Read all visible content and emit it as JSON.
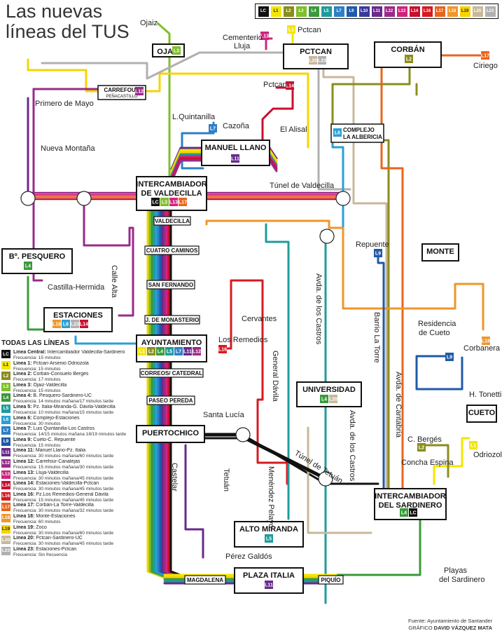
{
  "title": {
    "line1": "Las nuevas",
    "line2": "líneas del TUS"
  },
  "colors": {
    "LC": "#111111",
    "L1": "#f3e600",
    "L2": "#8a8d1c",
    "L3": "#7fbf2a",
    "L4": "#3a9a3a",
    "L5": "#1e9c9c",
    "L6": "#2a9fd6",
    "L7": "#2e7fc6",
    "L9": "#1f5aa8",
    "L10": "#3a3a9c",
    "L11": "#6a2a8a",
    "L12": "#9a2a8a",
    "L13": "#d0237e",
    "L14": "#c8102e",
    "L16": "#d71920",
    "L17": "#e8641e",
    "L18": "#f0962a",
    "L19": "#f5d400",
    "L20": "#c8b89a",
    "L23": "#b0b0b0"
  },
  "top_legend": [
    "LC",
    "L1",
    "L2",
    "L3",
    "L4",
    "L5",
    "L7",
    "L9",
    "L10",
    "L11",
    "L12",
    "L13",
    "L14",
    "L16",
    "L17",
    "L18",
    "L19",
    "L20",
    "L23"
  ],
  "stations": {
    "pctcan": {
      "name": "PCTCAN",
      "lines": [
        "L20",
        "L23"
      ]
    },
    "corban": {
      "name": "CORBÁN",
      "lines": [
        "L2"
      ]
    },
    "manuel_llano": {
      "name": "MANUEL LLANO",
      "lines": [
        "L11"
      ]
    },
    "valdecilla": {
      "name1": "INTERCAMBIADOR",
      "name2": "DE VALDECILLA",
      "lines": [
        "LC",
        "L3",
        "L13",
        "L17"
      ]
    },
    "pesquero": {
      "name": "Bº. PESQUERO",
      "lines": [
        "L4"
      ]
    },
    "estaciones": {
      "name": "ESTACIONES",
      "lines": [
        "L18",
        "L6",
        "L23",
        "L14"
      ]
    },
    "ayuntamiento": {
      "name": "AYUNTAMIENTO",
      "lines": [
        "L1",
        "L2",
        "L4",
        "L5",
        "L7",
        "L11",
        "L12"
      ]
    },
    "puertochico": {
      "name": "PUERTOCHICO"
    },
    "universidad": {
      "name": "UNIVERSIDAD",
      "lines": [
        "L4",
        "L20"
      ]
    },
    "sardinero": {
      "name1": "INTERCAMBIADOR",
      "name2": "DEL SARDINERO",
      "lines": [
        "L4",
        "LC"
      ]
    },
    "alto_miranda": {
      "name": "ALTO MIRANDA",
      "lines": [
        "L5"
      ]
    },
    "plaza_italia": {
      "name": "PLAZA ITALIA",
      "lines": [
        "L11"
      ]
    },
    "monte": {
      "name": "MONTE"
    },
    "cueto": {
      "name": "CUETO"
    },
    "carrefour": {
      "name": "CARREFOUR",
      "sub": "PEÑACASTILLO",
      "lines": [
        "L12"
      ]
    },
    "ojaiz": {
      "name": "OJAIZ",
      "lines": [
        "L3"
      ]
    },
    "alberica": {
      "name1": "COMPLEJO",
      "name2": "LA ALBERICIA",
      "lines": [
        "L6"
      ]
    }
  },
  "small_stops": [
    "VALDECILLA",
    "CUATRO CAMINOS",
    "SAN FERNANDO",
    "J. DE MONASTERIO",
    "CORREOS/ CATEDRAL",
    "PASEO PEREDA",
    "MAGDALENA",
    "PIQUÍO"
  ],
  "place_labels": {
    "ojaiz": "Ojaiz",
    "cementerio": "Cementerio",
    "lluja": "Lluja",
    "pctcan_top": "Pctcan",
    "pctcan_l14": "Pctcan",
    "ciriego": "Ciriego",
    "primero_mayo": "Primero de Mayo",
    "quintanilla": "L.Quintanilla",
    "cazona": "Cazoña",
    "alisal": "El Alisal",
    "nueva_montana": "Nueva Montaña",
    "tunel_valdecilla": "Túnel de Valdecilla",
    "repuente": "Repuente",
    "castilla": "Castilla-Hermida",
    "calle_alta": "Calle Alta",
    "avda_castros": "Avda. de los Castros",
    "barrio_torre": "Barrio La Torre",
    "cervantes": "Cervantes",
    "los_remedios": "Los Remedios",
    "general_davila": "General Dávila",
    "residencia": "Residencia",
    "de_cueto": "de Cueto",
    "corbanera": "Corbanera",
    "tonetti": "H. Tonetti",
    "avda_cantabria": "Avda. de Cantabria",
    "santa_lucia": "Santa Lucía",
    "avda_castros2": "Avda. de los Castros",
    "c_berges": "C. Bergés",
    "concha": "Concha Espina",
    "odriozola": "Odriozola",
    "tunel_tetuan": "Túnel de Tetuán",
    "castelar": "Castelar",
    "tetuan": "Tetuán",
    "menendez": "Menéndez Pelayo",
    "perez_galdos": "Pérez Galdós",
    "playas": "Playas",
    "del_sardinero": "del Sardinero"
  },
  "legend": {
    "heading": "TODAS LAS LÍNEAS",
    "items": [
      {
        "code": "LC",
        "name": "Línea Central:",
        "route": " Intercambiador Valdecilla-Sardinero",
        "freq": "Frecuencia: 15 minutos"
      },
      {
        "code": "L1",
        "name": "Línea 1:",
        "route": " Pctcan-Arsenio Odriozola",
        "freq": "Frecuencia: 15 minutos"
      },
      {
        "code": "L2",
        "name": "Línea 2:",
        "route": " Corbán-Consuelo Bergés",
        "freq": "Frecuencia: 17 minutos"
      },
      {
        "code": "L3",
        "name": "Línea 3:",
        "route": " Ojaiz-Valdecilla",
        "freq": "Frecuencia: 15 minutos"
      },
      {
        "code": "L4",
        "name": "Línea 4:",
        "route": " B. Pesquero-Sardinero-UC",
        "freq": "Frecuencia: 14 minutos mañana/17 minutos tarde"
      },
      {
        "code": "L5",
        "name": "Línea 5:",
        "route": " Pz. Italia-Miranda-G. Dávila-Valdecilla",
        "freq": "Frecuencia: 10 minutos mañana/15 minutos tarde"
      },
      {
        "code": "L6",
        "name": "Línea 6:",
        "route": " Complejo-Estaciones",
        "freq": "Frecuencia: 30 minutos"
      },
      {
        "code": "L7",
        "name": "Línea 7:",
        "route": " Luis Quintanilla-Los Castros",
        "freq": "Frecuencia: 14/15 minutos mañana 18/19 minutos tarde"
      },
      {
        "code": "L9",
        "name": "Línea 9:",
        "route": " Cueto-C. Repuente",
        "freq": "Frecuencia: 15 minutos"
      },
      {
        "code": "L11",
        "name": "Línea 11:",
        "route": " Manuel Llano-Pz. Italia",
        "freq": "Frecuencia: 30 minutos mañana/60 minutos tarde"
      },
      {
        "code": "L12",
        "name": "Línea 12:",
        "route": " Carrefour-Canalejas",
        "freq": "Frecuencia: 15 minutos mañana/30 minutos tarde"
      },
      {
        "code": "L13",
        "name": "Línea 13:",
        "route": " Lluja-Valdecilla",
        "freq": "Frecuencia: 30 minutos mañana/45 minutos tarde"
      },
      {
        "code": "L14",
        "name": "Línea 14:",
        "route": " Estaciones-Valdecilla-Pctcan",
        "freq": "Frecuencia: 30 minutos mañana/45 minutos tarde"
      },
      {
        "code": "L16",
        "name": "Línea 16:",
        "route": " Pz.Los Remedios-General Dávila",
        "freq": "Frecuencia: 15 minutos mañana/45 minutos tarde"
      },
      {
        "code": "L17",
        "name": "Línea 17:",
        "route": " Corbán-La Torre-Valdecilla",
        "freq": "Frecuencia: 30 minutos mañana/32 minutos tarde"
      },
      {
        "code": "L18",
        "name": "Línea 18:",
        "route": " Monte-Estaciones",
        "freq": "Frecuencia: 60 minutos"
      },
      {
        "code": "L19",
        "name": "Línea 19:",
        "route": " Zoco",
        "freq": "Frecuencia: 30 minutos mañana/60 minutos tarde"
      },
      {
        "code": "L20",
        "name": "Línea 20:",
        "route": " Pctcan-Sardinero-UC",
        "freq": "Frecuencia: 30 minutos mañana/45 minutos tarde"
      },
      {
        "code": "L23",
        "name": "Línea 23:",
        "route": " Estaciones-Pctcan",
        "freq": "Frecuencia: Sin frecuencia"
      }
    ]
  },
  "source": "Fuente: Ayuntamiento de Santander",
  "credit_prefix": "GRÁFICO",
  "credit_name": "DAVID VÁZQUEZ MATA"
}
